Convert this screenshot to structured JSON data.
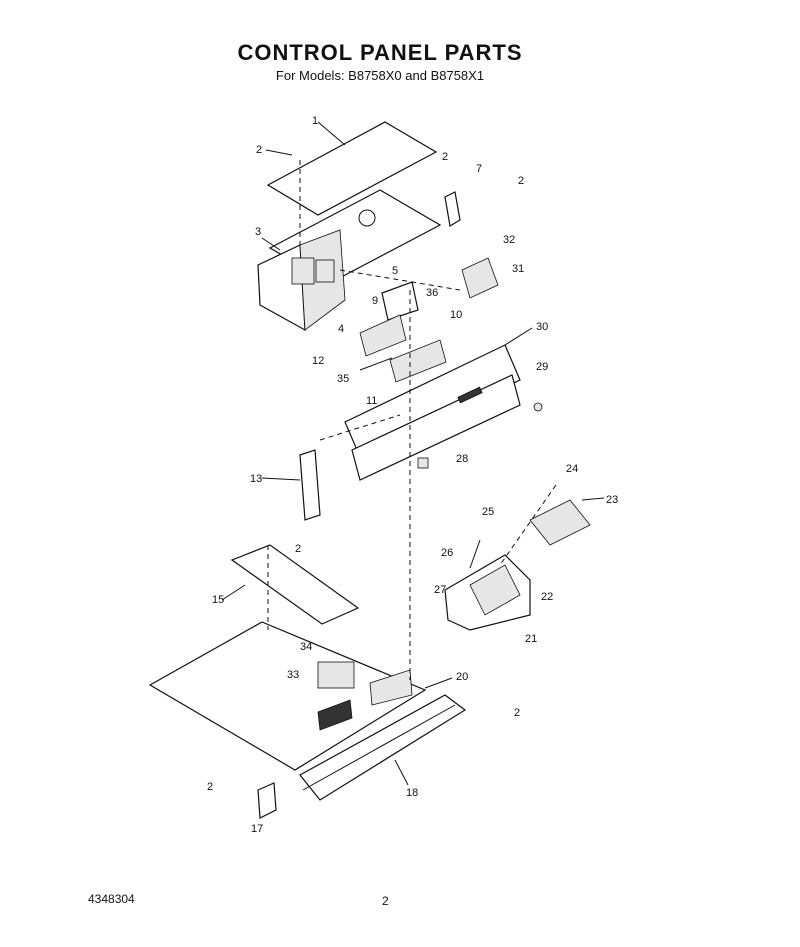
{
  "header": {
    "title": "CONTROL PANEL PARTS",
    "subtitle": "For Models: B8758X0 and B8758X1"
  },
  "footer": {
    "part_number": "4348304",
    "page_number": "2"
  },
  "callouts": {
    "c1": "1",
    "c2a": "2",
    "c2b": "2",
    "c2c": "2",
    "c2d": "2",
    "c2e": "2",
    "c2f": "2",
    "c3": "3",
    "c4": "4",
    "c5": "5",
    "c7": "7",
    "c9": "9",
    "c10": "10",
    "c11": "11",
    "c12": "12",
    "c13": "13",
    "c15": "15",
    "c17": "17",
    "c18": "18",
    "c20": "20",
    "c21": "21",
    "c22": "22",
    "c23": "23",
    "c24": "24",
    "c25": "25",
    "c26": "26",
    "c27": "27",
    "c28": "28",
    "c29": "29",
    "c30": "30",
    "c31": "31",
    "c32": "32",
    "c33": "33",
    "c34": "34",
    "c35": "35",
    "c36": "36"
  }
}
